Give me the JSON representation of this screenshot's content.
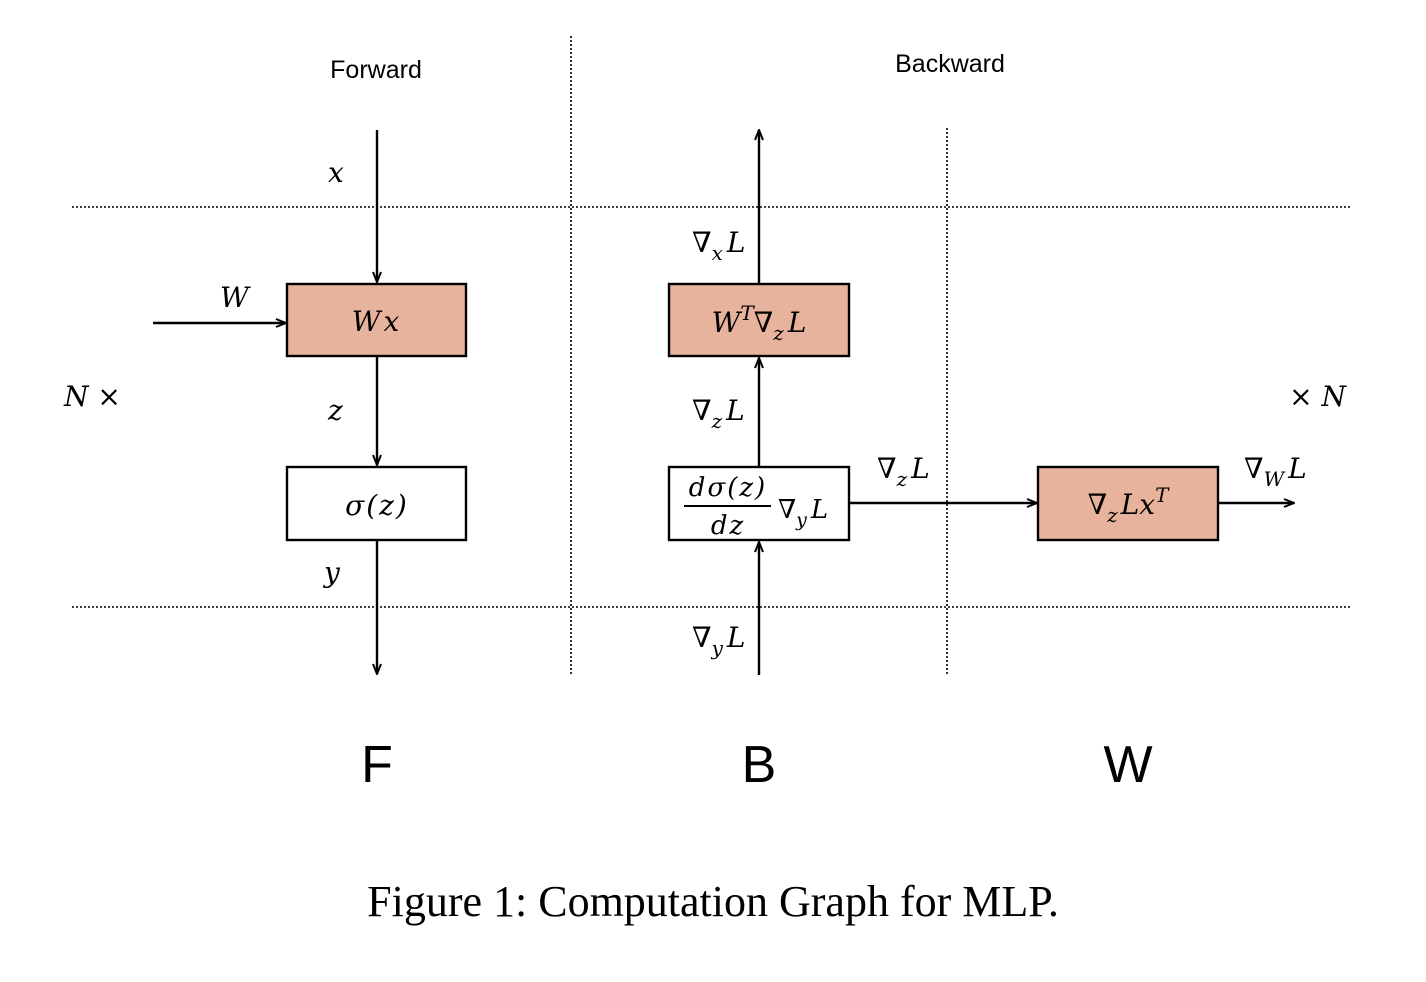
{
  "colors": {
    "accent_fill": "#e8b39c",
    "plain_fill": "#ffffff",
    "ink": "#000000"
  },
  "headers": {
    "forward": "Forward",
    "backward": "Backward"
  },
  "labels": {
    "repeat_left": "N ×",
    "repeat_right": "× N"
  },
  "forward": {
    "x": "x",
    "w_in": "W",
    "z": "z",
    "y": "y",
    "box_wx": "Wx",
    "box_sigma": "σ(z)"
  },
  "backward": {
    "grad_x_label": "∇xL",
    "grad_z_up": "∇zL",
    "grad_y_in": "∇yL",
    "grad_z_right": "∇zL",
    "grad_w_out": "∇WL",
    "box_wt_gradz": "WT∇zL",
    "box_dsigma_num": "dσ(z)",
    "box_dsigma_den": "dz",
    "box_dsigma_tail": "∇yL",
    "box_gradw": "∇zLxT"
  },
  "phases": {
    "f": "F",
    "b": "B",
    "w": "W"
  },
  "caption": "Figure 1: Computation Graph for MLP."
}
